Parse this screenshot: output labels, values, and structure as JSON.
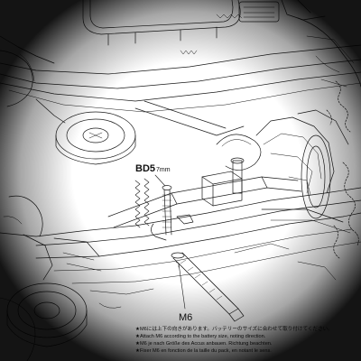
{
  "callouts": {
    "bd5_label": "BD5",
    "bd5_unit": "7mm",
    "m6_label": "M6"
  },
  "notes": [
    "★M6には上下の向きがあります。バッテリーのサイズに合わせて取り付けてください。",
    "★Attach M6 according to the battery size, noting direction.",
    "★M6 je nach Größe des Accus anbauen. Richtung beachten.",
    "★Fixer M6 en fonction de la taille du pack, en notant le sens."
  ],
  "colors": {
    "ink": "#111111",
    "paper": "#ffffff"
  }
}
